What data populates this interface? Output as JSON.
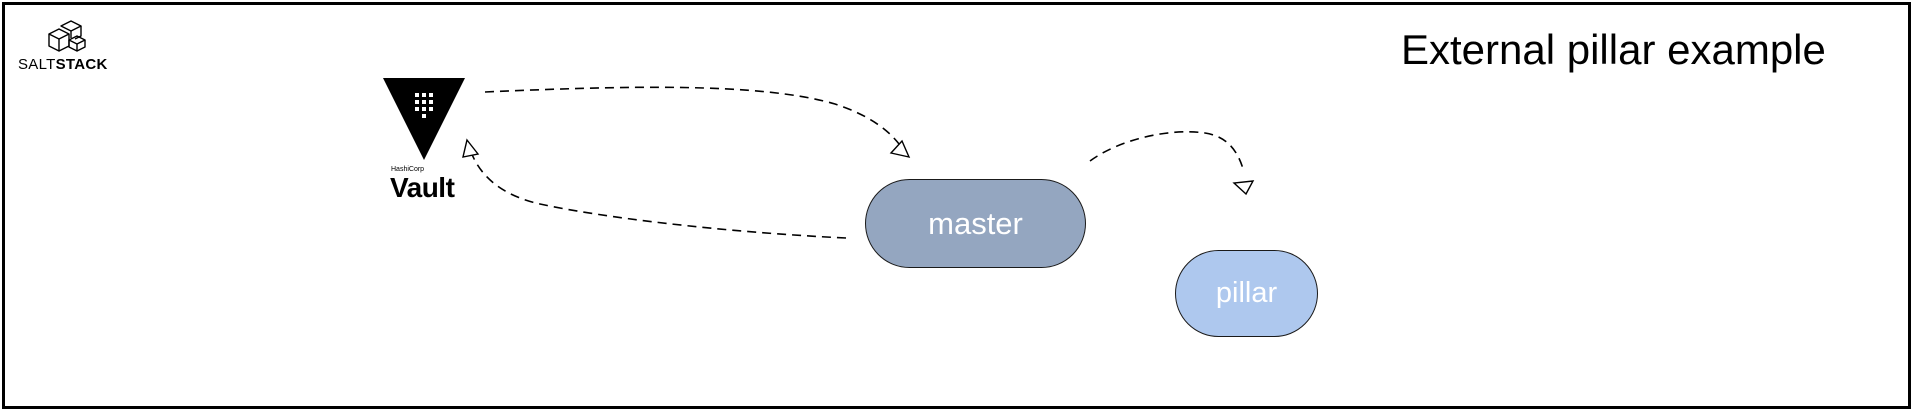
{
  "diagram": {
    "title": "External pillar example",
    "brand": {
      "salt": "SALT",
      "stack": "STACK",
      "icon": "saltstack-cubes-icon"
    },
    "vault": {
      "small": "HashiCorp",
      "big": "Vault",
      "icon": "vault-triangle-icon"
    },
    "nodes": {
      "master": "master",
      "pillar": "pillar"
    },
    "edges": [
      {
        "from": "vault",
        "to": "master",
        "style": "dashed"
      },
      {
        "from": "master",
        "to": "vault",
        "style": "dashed"
      },
      {
        "from": "master",
        "to": "pillar",
        "style": "dashed"
      }
    ],
    "colors": {
      "master_fill": "#94a6c0",
      "pillar_fill": "#aec8ee",
      "node_text": "#ffffff",
      "border": "#000000"
    }
  }
}
